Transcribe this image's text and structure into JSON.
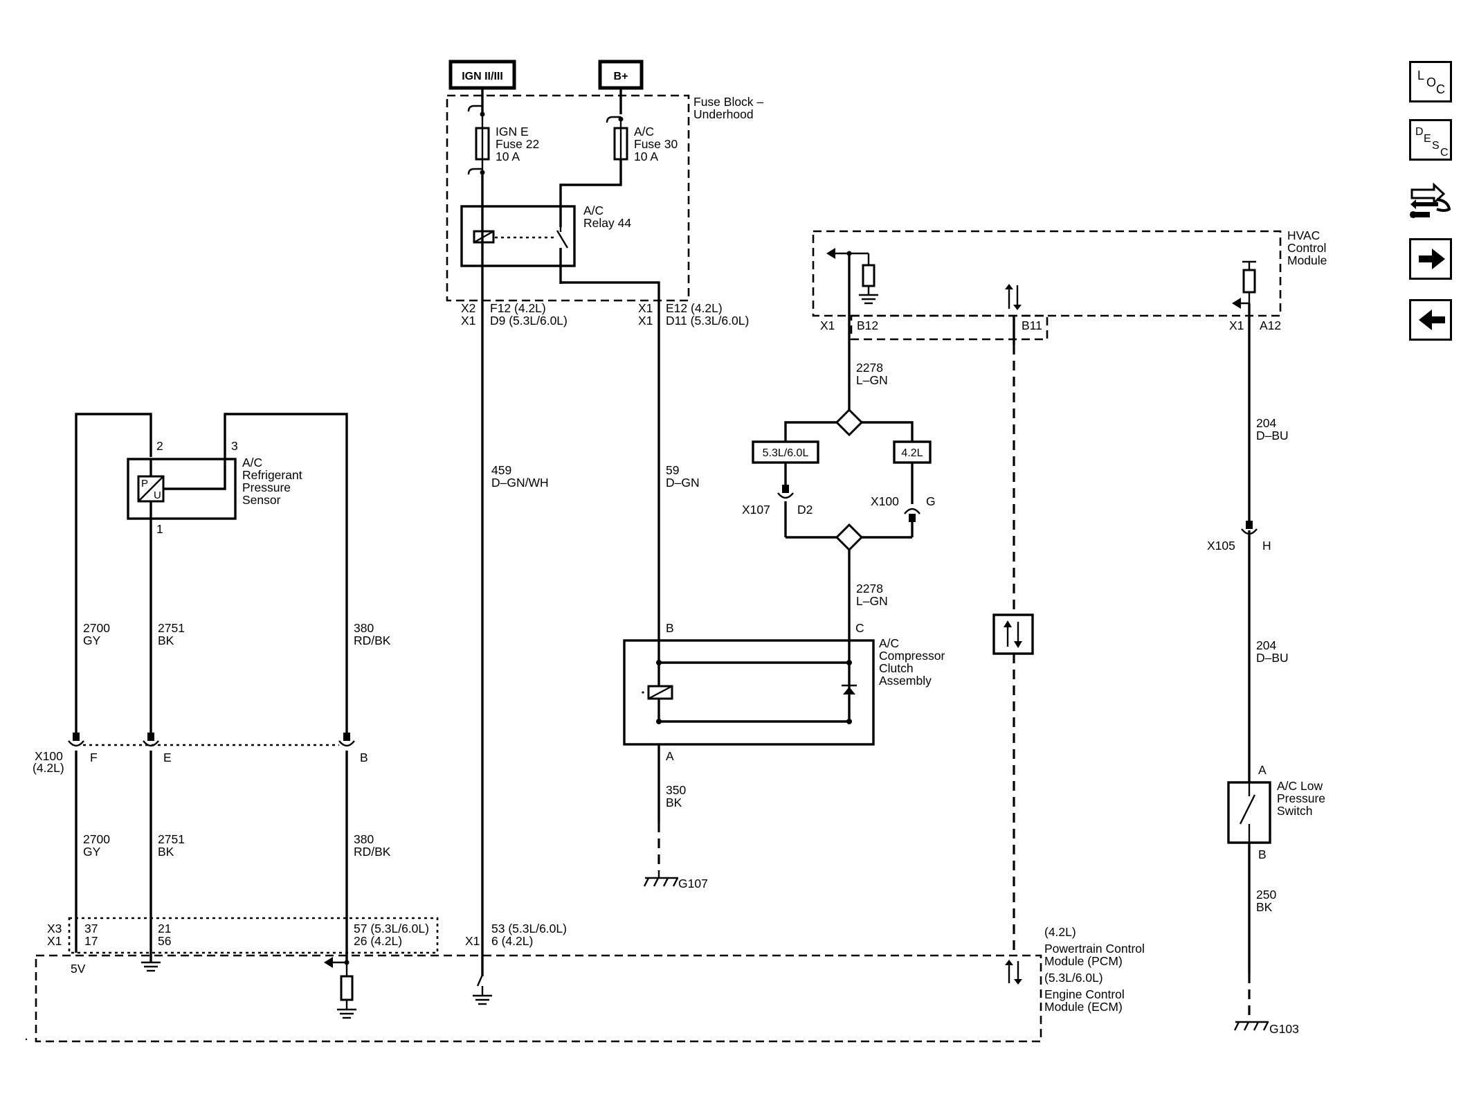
{
  "nav": {
    "loc_label": [
      "L",
      "O",
      "C"
    ],
    "desc_label": [
      "D",
      "E",
      "S",
      "C"
    ]
  },
  "power": {
    "ign_source": "IGN II/III",
    "batt_source": "B+"
  },
  "fuse_block": {
    "name": [
      "Fuse Block –",
      "Underhood"
    ],
    "fuse_ign": [
      "IGN E",
      "Fuse 22",
      "10 A"
    ],
    "fuse_ac": [
      "A/C",
      "Fuse 30",
      "10 A"
    ],
    "relay": [
      "A/C",
      "Relay 44"
    ],
    "left_conn": [
      "X2",
      "X1"
    ],
    "left_pins": [
      "F12 (4.2L)",
      "D9 (5.3L/6.0L)"
    ],
    "right_conn": [
      "X1",
      "X1"
    ],
    "right_pins": [
      "E12 (4.2L)",
      "D11 (5.3L/6.0L)"
    ]
  },
  "hvac": {
    "name": [
      "HVAC",
      "Control",
      "Module"
    ],
    "conn_left": "X1",
    "pin_b12": "B12",
    "pin_b11": "B11",
    "conn_right": "X1",
    "pin_a12": "A12"
  },
  "circuits": {
    "c2278_top": [
      "2278",
      "L–GN"
    ],
    "c2278_bottom": [
      "2278",
      "L–GN"
    ],
    "option_53": "5.3L/6.0L",
    "option_42": "4.2L",
    "x107": "X107",
    "d2": "D2",
    "x100_g": "X100",
    "g": "G",
    "c204_top": [
      "204",
      "D–BU"
    ],
    "x105": "X105",
    "h": "H",
    "c204_bottom": [
      "204",
      "D–BU"
    ],
    "c459": [
      "459",
      "D–GN/WH"
    ],
    "c59": [
      "59",
      "D–GN"
    ],
    "c350": [
      "350",
      "BK"
    ],
    "g107": "G107",
    "c250": [
      "250",
      "BK"
    ],
    "g103": "G103"
  },
  "compressor": {
    "name": [
      "A/C",
      "Compressor",
      "Clutch",
      "Assembly"
    ],
    "pin_b": "B",
    "pin_c": "C",
    "pin_a": "A"
  },
  "low_switch": {
    "name": [
      "A/C Low",
      "Pressure",
      "Switch"
    ],
    "pin_a": "A",
    "pin_b": "B"
  },
  "sensor": {
    "name": [
      "A/C",
      "Refrigerant",
      "Pressure",
      "Sensor"
    ],
    "pin2": "2",
    "pin3": "3",
    "pin1": "1",
    "symbol": [
      "P",
      "U"
    ],
    "w2700": [
      "2700",
      "GY"
    ],
    "w2751": [
      "2751",
      "BK"
    ],
    "w380": [
      "380",
      "RD/BK"
    ],
    "x100": [
      "X100",
      "(4.2L)"
    ],
    "x100_f": "F",
    "x100_e": "E",
    "x100_b": "B",
    "w2700b": [
      "2700",
      "GY"
    ],
    "w2751b": [
      "2751",
      "BK"
    ],
    "w380b": [
      "380",
      "RD/BK"
    ]
  },
  "pcm": {
    "conn": [
      "X3",
      "X1"
    ],
    "pins_2700": [
      "37",
      "17"
    ],
    "pins_2751": [
      "21",
      "56"
    ],
    "pins_380": [
      "57 (5.3L/6.0L)",
      "26 (4.2L)"
    ],
    "conn_459": "X1",
    "pins_459": [
      "53 (5.3L/6.0L)",
      "6 (4.2L)"
    ],
    "v5": "5V",
    "name": [
      "(4.2L)",
      "Powertrain Control",
      "Module (PCM)",
      "(5.3L/6.0L)",
      "Engine Control",
      "Module (ECM)"
    ]
  }
}
